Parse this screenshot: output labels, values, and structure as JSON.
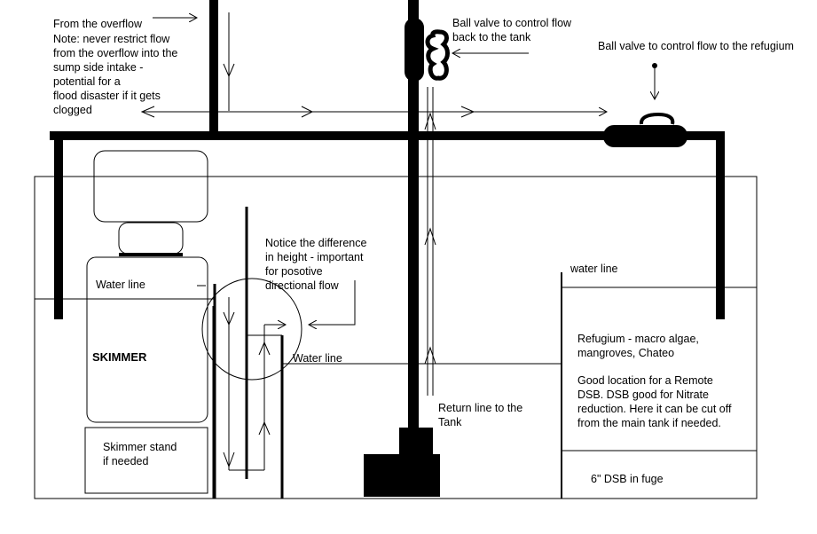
{
  "labels": {
    "overflow": [
      "From the overflow",
      "Note: never restrict flow",
      "from the overflow into the",
      "sump side intake -",
      "potential for a",
      "flood disaster if it gets",
      "clogged"
    ],
    "ball_valve_return": [
      "Ball valve to control flow",
      "back to the tank"
    ],
    "ball_valve_refugium": "Ball valve to control flow to the refugium",
    "notice": [
      "Notice the difference",
      "in height - important",
      "for posotive",
      "directional flow"
    ],
    "water_line_skimmer": "Water line",
    "water_line_middle": "Water line",
    "water_line_refugium": "water line",
    "skimmer": "SKIMMER",
    "skimmer_stand": [
      "Skimmer stand",
      "if needed"
    ],
    "return_line": [
      "Return line to the",
      "Tank"
    ],
    "refugium": [
      "Refugium - macro algae,",
      "mangroves, Chateo"
    ],
    "dsb_note": [
      "Good location for a Remote",
      "DSB. DSB good for Nitrate",
      "reduction. Here it can be cut off",
      "from the main tank if needed."
    ],
    "dsb_fuge": "6\" DSB in fuge"
  },
  "colors": {
    "ink": "#000000",
    "background": "#ffffff"
  }
}
